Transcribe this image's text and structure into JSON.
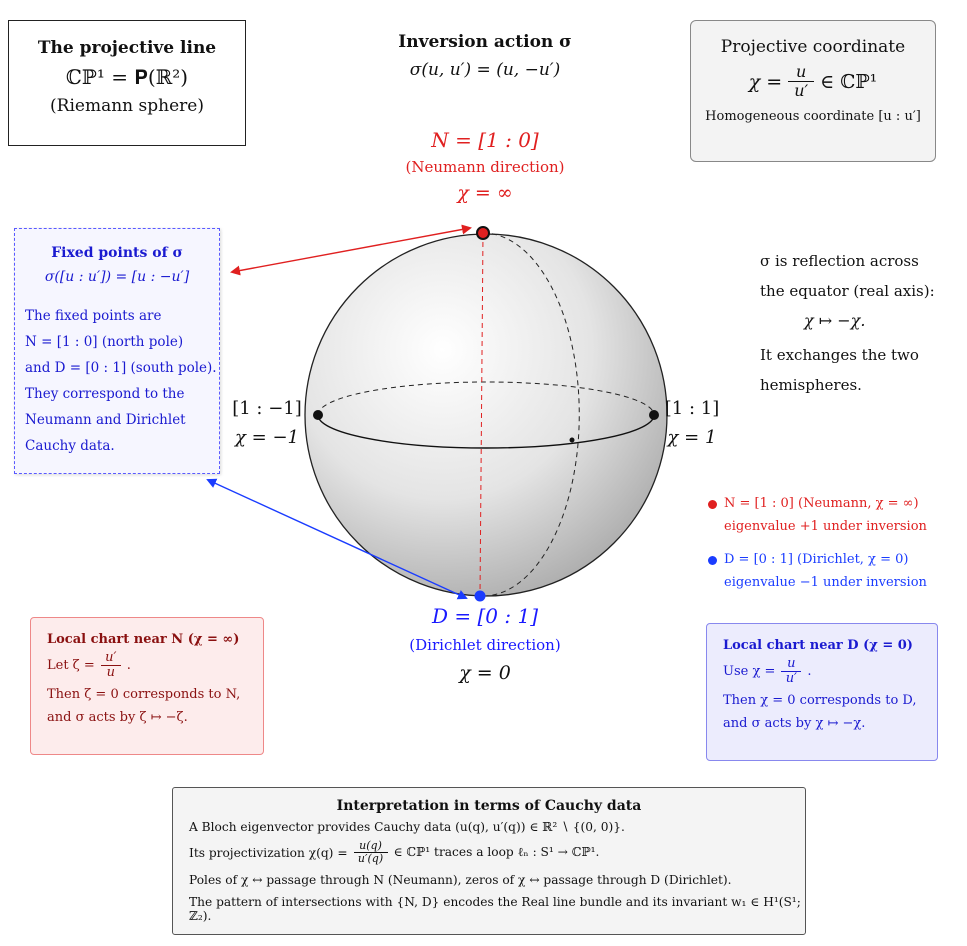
{
  "top_left_box": {
    "title": "The projective line",
    "formula": "ℂℙ¹ = 𝐏(ℝ²)",
    "subtitle": "(Riemann sphere)"
  },
  "inversion": {
    "title": "Inversion action σ",
    "formula": "σ(u, u′) = (u, −u′)"
  },
  "projective_box": {
    "title": "Projective coordinate",
    "formula_lhs": "χ =",
    "frac_num": "u",
    "frac_den": "u′",
    "formula_rhs": "∈ ℂℙ¹",
    "note": "Homogeneous coordinate [u : u′]"
  },
  "north": {
    "label": "N = [1 : 0]",
    "direction": "(Neumann direction)",
    "chi": "χ = ∞"
  },
  "south": {
    "label": "D = [0 : 1]",
    "direction": "(Dirichlet direction)",
    "chi": "χ = 0"
  },
  "left_point": {
    "label": "[1 : −1]",
    "chi": "χ = −1"
  },
  "right_point": {
    "label": "[1 : 1]",
    "chi": "χ = 1"
  },
  "fixed_box": {
    "title": "Fixed points of σ",
    "formula": "σ([u : u′]) = [u : −u′]",
    "lines": [
      "The fixed points are",
      "N = [1 : 0]  (north pole)",
      "and  D = [0 : 1] (south pole).",
      "They correspond to the",
      "Neumann and Dirichlet",
      "Cauchy data."
    ]
  },
  "reflection_text": {
    "line1": "σ  is reflection across",
    "line2": "the equator (real axis):",
    "formula": "χ ↦ −χ.",
    "line3": "It exchanges the two",
    "line4": "hemispheres."
  },
  "legend": {
    "n_text": "N = [1 : 0]  (Neumann,  χ = ∞)",
    "n_eig": "eigenvalue  +1  under inversion",
    "d_text": "D = [0 : 1]  (Dirichlet,  χ = 0)",
    "d_eig": "eigenvalue  −1  under inversion"
  },
  "chart_n": {
    "title": "Local chart near N  (χ = ∞)",
    "let": "Let  ζ =",
    "frac_num": "u′",
    "frac_den": "u",
    "after": ".",
    "line2": "Then  ζ = 0  corresponds to N,",
    "line3": "and  σ  acts by  ζ ↦ −ζ."
  },
  "chart_d": {
    "title": "Local chart near D  (χ = 0)",
    "use": "Use  χ =",
    "frac_num": "u",
    "frac_den": "u′",
    "after": ".",
    "line2": "Then  χ = 0  corresponds to D,",
    "line3": "and  σ  acts by  χ ↦ −χ."
  },
  "interp": {
    "title": "Interpretation in terms of Cauchy data",
    "line1": "A Bloch eigenvector provides Cauchy data  (u(q), u′(q)) ∈ ℝ² ∖ {(0, 0)}.",
    "line2_pre": "Its projectivization  χ(q) =",
    "frac_num": "u(q)",
    "frac_den": "u′(q)",
    "line2_post": "∈ ℂℙ¹  traces a loop  ℓₙ : S¹ → ℂℙ¹.",
    "line3": "Poles of  χ  ↔  passage through  N  (Neumann),  zeros of  χ  ↔  passage through  D  (Dirichlet).",
    "line4": "The pattern of intersections with  {N, D}  encodes the Real line bundle and its invariant  w₁ ∈ H¹(S¹; ℤ₂)."
  },
  "colors": {
    "north": "#e02020",
    "south": "#1a3cff",
    "fixed_box_border": "#5a5aff",
    "chart_n_bg": "#fdecec",
    "chart_d_bg": "#ececfd"
  }
}
